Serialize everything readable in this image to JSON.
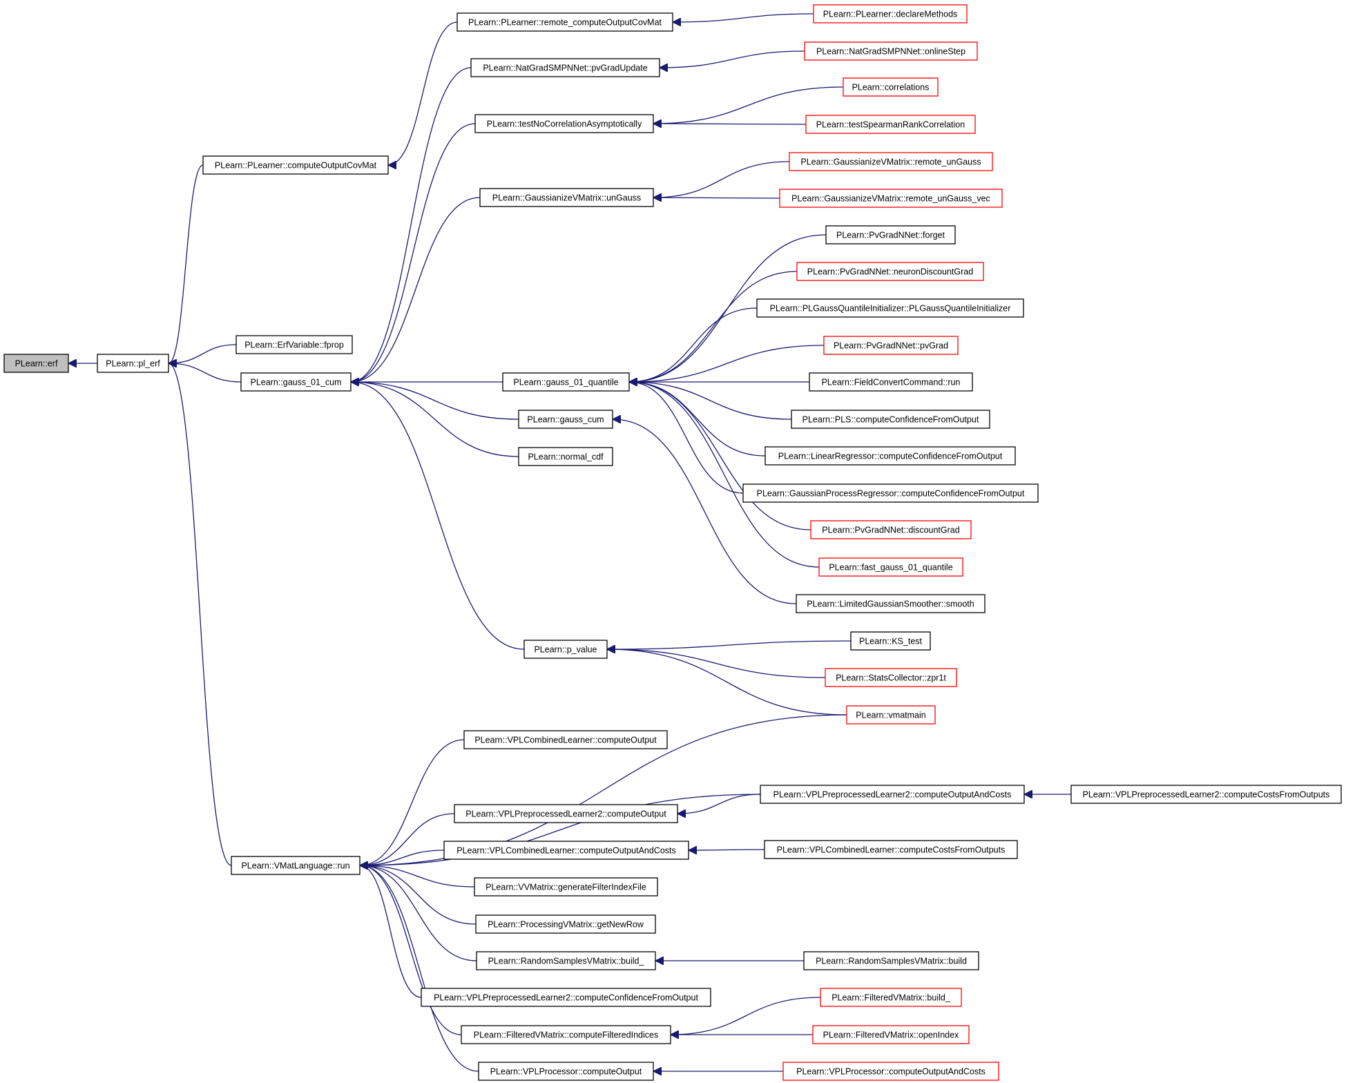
{
  "colors": {
    "edge": "#191970",
    "node_border_default": "#000000",
    "node_border_truncated": "#ff0000",
    "node_fill_root": "#bfbfbf",
    "node_fill": "#ffffff"
  },
  "nodes": [
    {
      "id": "erf",
      "label": "PLearn::erf",
      "style": "root"
    },
    {
      "id": "pl_erf",
      "label": "PLearn::pl_erf",
      "style": "normal"
    },
    {
      "id": "computeOutputCovMat",
      "label": "PLearn::PLearner::computeOutputCovMat",
      "style": "normal"
    },
    {
      "id": "fprop",
      "label": "PLearn::ErfVariable::fprop",
      "style": "normal"
    },
    {
      "id": "gauss_01_cum",
      "label": "PLearn::gauss_01_cum",
      "style": "normal"
    },
    {
      "id": "vmatlang_run",
      "label": "PLearn::VMatLanguage::run",
      "style": "normal"
    },
    {
      "id": "remote_covmat",
      "label": "PLearn::PLearner::remote_computeOutputCovMat",
      "style": "normal"
    },
    {
      "id": "pvGradUpdate",
      "label": "PLearn::NatGradSMPNNet::pvGradUpdate",
      "style": "normal"
    },
    {
      "id": "testNoCorr",
      "label": "PLearn::testNoCorrelationAsymptotically",
      "style": "normal"
    },
    {
      "id": "unGauss",
      "label": "PLearn::GaussianizeVMatrix::unGauss",
      "style": "normal"
    },
    {
      "id": "gauss_01_quantile",
      "label": "PLearn::gauss_01_quantile",
      "style": "normal"
    },
    {
      "id": "gauss_cum",
      "label": "PLearn::gauss_cum",
      "style": "normal"
    },
    {
      "id": "normal_cdf",
      "label": "PLearn::normal_cdf",
      "style": "normal"
    },
    {
      "id": "p_value",
      "label": "PLearn::p_value",
      "style": "normal"
    },
    {
      "id": "declareMethods",
      "label": "PLearn::PLearner::declareMethods",
      "style": "truncated"
    },
    {
      "id": "onlineStep",
      "label": "PLearn::NatGradSMPNNet::onlineStep",
      "style": "truncated"
    },
    {
      "id": "correlations",
      "label": "PLearn::correlations",
      "style": "truncated"
    },
    {
      "id": "testSpearman",
      "label": "PLearn::testSpearmanRankCorrelation",
      "style": "truncated"
    },
    {
      "id": "remote_unGauss",
      "label": "PLearn::GaussianizeVMatrix::remote_unGauss",
      "style": "truncated"
    },
    {
      "id": "remote_unGauss_vec",
      "label": "PLearn::GaussianizeVMatrix::remote_unGauss_vec",
      "style": "truncated"
    },
    {
      "id": "forget",
      "label": "PLearn::PvGradNNet::forget",
      "style": "normal"
    },
    {
      "id": "neuronDiscountGrad",
      "label": "PLearn::PvGradNNet::neuronDiscountGrad",
      "style": "truncated"
    },
    {
      "id": "PLGaussQI",
      "label": "PLearn::PLGaussQuantileInitializer::PLGaussQuantileInitializer",
      "style": "normal"
    },
    {
      "id": "pvGrad",
      "label": "PLearn::PvGradNNet::pvGrad",
      "style": "truncated"
    },
    {
      "id": "fcc_run",
      "label": "PLearn::FieldConvertCommand::run",
      "style": "normal"
    },
    {
      "id": "pls_conf",
      "label": "PLearn::PLS::computeConfidenceFromOutput",
      "style": "normal"
    },
    {
      "id": "linreg_conf",
      "label": "PLearn::LinearRegressor::computeConfidenceFromOutput",
      "style": "normal"
    },
    {
      "id": "gpr_conf",
      "label": "PLearn::GaussianProcessRegressor::computeConfidenceFromOutput",
      "style": "normal"
    },
    {
      "id": "discountGrad",
      "label": "PLearn::PvGradNNet::discountGrad",
      "style": "truncated"
    },
    {
      "id": "fast_quantile",
      "label": "PLearn::fast_gauss_01_quantile",
      "style": "truncated"
    },
    {
      "id": "lgs_smooth",
      "label": "PLearn::LimitedGaussianSmoother::smooth",
      "style": "normal"
    },
    {
      "id": "ks_test",
      "label": "PLearn::KS_test",
      "style": "normal"
    },
    {
      "id": "zpr1t",
      "label": "PLearn::StatsCollector::zpr1t",
      "style": "truncated"
    },
    {
      "id": "vmatmain",
      "label": "PLearn::vmatmain",
      "style": "truncated"
    },
    {
      "id": "vplc_co",
      "label": "PLearn::VPLCombinedLearner::computeOutput",
      "style": "normal"
    },
    {
      "id": "vplp2_co",
      "label": "PLearn::VPLPreprocessedLearner2::computeOutput",
      "style": "normal"
    },
    {
      "id": "vplc_coac",
      "label": "PLearn::VPLCombinedLearner::computeOutputAndCosts",
      "style": "normal"
    },
    {
      "id": "vvm_gfif",
      "label": "PLearn::VVMatrix::generateFilterIndexFile",
      "style": "normal"
    },
    {
      "id": "pvm_gnr",
      "label": "PLearn::ProcessingVMatrix::getNewRow",
      "style": "normal"
    },
    {
      "id": "rsvm_build_",
      "label": "PLearn::RandomSamplesVMatrix::build_",
      "style": "normal"
    },
    {
      "id": "vplp2_ccfo",
      "label": "PLearn::VPLPreprocessedLearner2::computeConfidenceFromOutput",
      "style": "normal"
    },
    {
      "id": "fvm_cfi",
      "label": "PLearn::FilteredVMatrix::computeFilteredIndices",
      "style": "normal"
    },
    {
      "id": "vplproc_co",
      "label": "PLearn::VPLProcessor::computeOutput",
      "style": "normal"
    },
    {
      "id": "vplp2_coac",
      "label": "PLearn::VPLPreprocessedLearner2::computeOutputAndCosts",
      "style": "normal"
    },
    {
      "id": "vplp2_ccfo2",
      "label": "PLearn::VPLPreprocessedLearner2::computeCostsFromOutputs",
      "style": "normal"
    },
    {
      "id": "vplc_ccfo",
      "label": "PLearn::VPLCombinedLearner::computeCostsFromOutputs",
      "style": "normal"
    },
    {
      "id": "rsvm_build",
      "label": "PLearn::RandomSamplesVMatrix::build",
      "style": "normal"
    },
    {
      "id": "fvm_build_",
      "label": "PLearn::FilteredVMatrix::build_",
      "style": "truncated"
    },
    {
      "id": "fvm_openIndex",
      "label": "PLearn::FilteredVMatrix::openIndex",
      "style": "truncated"
    },
    {
      "id": "vplproc_coac",
      "label": "PLearn::VPLProcessor::computeOutputAndCosts",
      "style": "truncated"
    }
  ],
  "edges": [
    {
      "from": "pl_erf",
      "to": "erf"
    },
    {
      "from": "computeOutputCovMat",
      "to": "pl_erf"
    },
    {
      "from": "fprop",
      "to": "pl_erf"
    },
    {
      "from": "gauss_01_cum",
      "to": "pl_erf"
    },
    {
      "from": "vmatlang_run",
      "to": "pl_erf"
    },
    {
      "from": "remote_covmat",
      "to": "computeOutputCovMat"
    },
    {
      "from": "declareMethods",
      "to": "remote_covmat"
    },
    {
      "from": "pvGradUpdate",
      "to": "gauss_01_cum"
    },
    {
      "from": "testNoCorr",
      "to": "gauss_01_cum"
    },
    {
      "from": "unGauss",
      "to": "gauss_01_cum"
    },
    {
      "from": "gauss_01_quantile",
      "to": "gauss_01_cum"
    },
    {
      "from": "gauss_cum",
      "to": "gauss_01_cum"
    },
    {
      "from": "normal_cdf",
      "to": "gauss_01_cum"
    },
    {
      "from": "p_value",
      "to": "gauss_01_cum"
    },
    {
      "from": "onlineStep",
      "to": "pvGradUpdate"
    },
    {
      "from": "correlations",
      "to": "testNoCorr"
    },
    {
      "from": "testSpearman",
      "to": "testNoCorr"
    },
    {
      "from": "remote_unGauss",
      "to": "unGauss"
    },
    {
      "from": "remote_unGauss_vec",
      "to": "unGauss"
    },
    {
      "from": "forget",
      "to": "gauss_01_quantile"
    },
    {
      "from": "neuronDiscountGrad",
      "to": "gauss_01_quantile"
    },
    {
      "from": "PLGaussQI",
      "to": "gauss_01_quantile"
    },
    {
      "from": "pvGrad",
      "to": "gauss_01_quantile"
    },
    {
      "from": "fcc_run",
      "to": "gauss_01_quantile"
    },
    {
      "from": "pls_conf",
      "to": "gauss_01_quantile"
    },
    {
      "from": "linreg_conf",
      "to": "gauss_01_quantile"
    },
    {
      "from": "gpr_conf",
      "to": "gauss_01_quantile"
    },
    {
      "from": "discountGrad",
      "to": "gauss_01_quantile"
    },
    {
      "from": "fast_quantile",
      "to": "gauss_01_quantile"
    },
    {
      "from": "lgs_smooth",
      "to": "gauss_cum"
    },
    {
      "from": "ks_test",
      "to": "p_value"
    },
    {
      "from": "zpr1t",
      "to": "p_value"
    },
    {
      "from": "vmatmain",
      "to": "p_value"
    },
    {
      "from": "vmatmain",
      "to": "vmatlang_run"
    },
    {
      "from": "vplc_co",
      "to": "vmatlang_run"
    },
    {
      "from": "vplp2_coac",
      "to": "vmatlang_run"
    },
    {
      "from": "vplp2_co",
      "to": "vmatlang_run"
    },
    {
      "from": "vplc_coac",
      "to": "vmatlang_run"
    },
    {
      "from": "vvm_gfif",
      "to": "vmatlang_run"
    },
    {
      "from": "pvm_gnr",
      "to": "vmatlang_run"
    },
    {
      "from": "rsvm_build_",
      "to": "vmatlang_run"
    },
    {
      "from": "vplp2_ccfo",
      "to": "vmatlang_run"
    },
    {
      "from": "fvm_cfi",
      "to": "vmatlang_run"
    },
    {
      "from": "vplproc_co",
      "to": "vmatlang_run"
    },
    {
      "from": "vplp2_coac",
      "to": "vplp2_co"
    },
    {
      "from": "vplp2_ccfo2",
      "to": "vplp2_coac"
    },
    {
      "from": "vplc_ccfo",
      "to": "vplc_coac"
    },
    {
      "from": "rsvm_build",
      "to": "rsvm_build_"
    },
    {
      "from": "fvm_build_",
      "to": "fvm_cfi"
    },
    {
      "from": "fvm_openIndex",
      "to": "fvm_cfi"
    },
    {
      "from": "vplproc_coac",
      "to": "vplproc_co"
    }
  ]
}
